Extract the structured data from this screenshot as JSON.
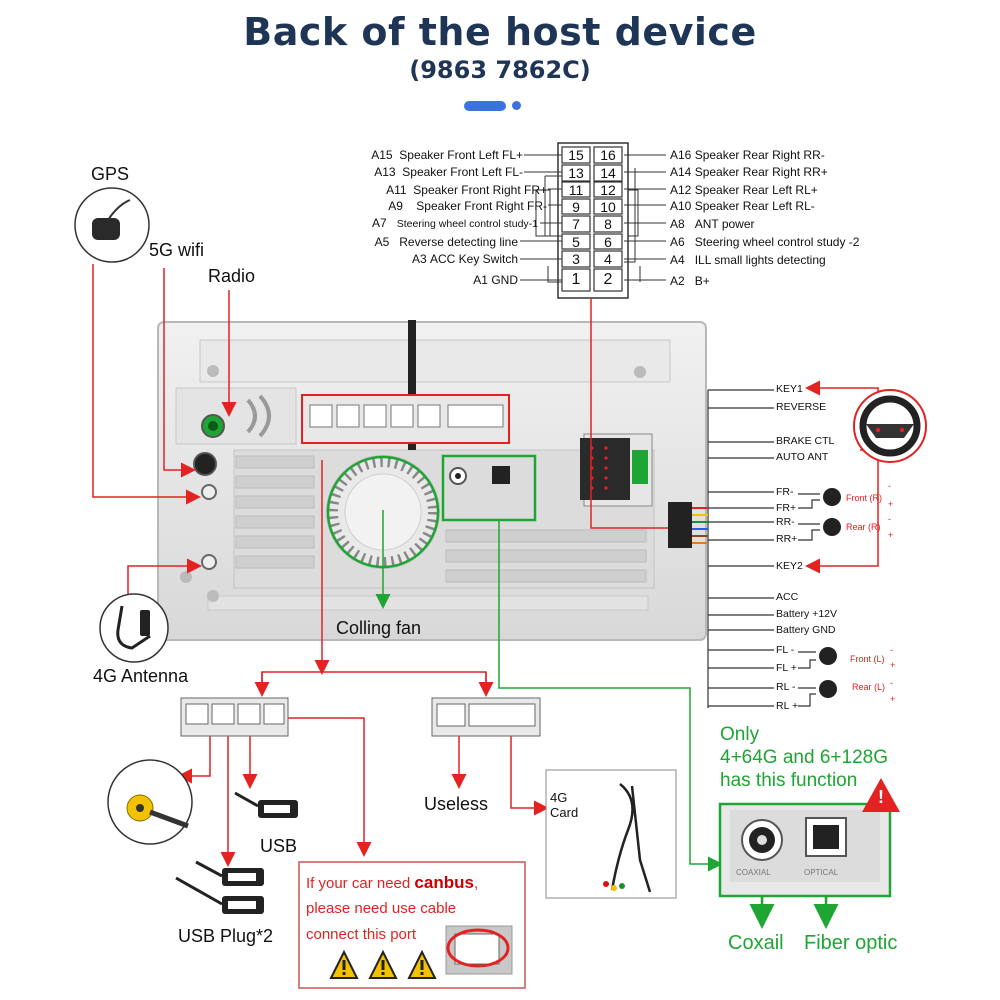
{
  "header": {
    "title": "Back of the host device",
    "subtitle": "(9863 7862C)"
  },
  "pinout": {
    "left": [
      {
        "pin": "A15",
        "label": "Speaker Front Left FL+"
      },
      {
        "pin": "A13",
        "label": "Speaker Front Left FL-"
      },
      {
        "pin": "A11",
        "label": "Speaker Front Right FR+"
      },
      {
        "pin": "A9",
        "label": "Speaker Front Right FR-"
      },
      {
        "pin": "A7",
        "label": "Steering wheel control study-1"
      },
      {
        "pin": "A5",
        "label": "Reverse detecting line"
      },
      {
        "pin": "A3",
        "label": "ACC Key Switch"
      },
      {
        "pin": "A1",
        "label": "GND"
      }
    ],
    "right": [
      {
        "pin": "A16",
        "label": "Speaker Rear Right RR-"
      },
      {
        "pin": "A14",
        "label": "Speaker Rear Right RR+"
      },
      {
        "pin": "A12",
        "label": "Speaker Rear Left RL+"
      },
      {
        "pin": "A10",
        "label": "Speaker Rear Left RL-"
      },
      {
        "pin": "A8",
        "label": "ANT power"
      },
      {
        "pin": "A6",
        "label": "Steering wheel control study -2"
      },
      {
        "pin": "A4",
        "label": "ILL small lights detecting"
      },
      {
        "pin": "A2",
        "label": "B+"
      }
    ],
    "numbers_left": [
      "15",
      "13",
      "11",
      "9",
      "7",
      "5",
      "3",
      "1"
    ],
    "numbers_right": [
      "16",
      "14",
      "12",
      "10",
      "8",
      "6",
      "4",
      "2"
    ]
  },
  "wires": [
    "KEY1",
    "REVERSE",
    "BRAKE CTL",
    "AUTO ANT",
    "FR-",
    "FR+",
    "RR-",
    "RR+",
    "KEY2",
    "ACC",
    "Battery +12V",
    "Battery GND",
    "FL -",
    "FL +",
    "RL -",
    "RL +"
  ],
  "speakers": {
    "front_r": "Front (R)",
    "rear_r": "Rear (R)",
    "front_l": "Front (L)",
    "rear_l": "Rear (L)",
    "minus": "-",
    "plus": "+"
  },
  "labels": {
    "gps": "GPS",
    "wifi": "5G wifi",
    "radio": "Radio",
    "antenna_4g": "4G Antenna",
    "fan": "Colling fan",
    "useless": "Useless",
    "card_line1": "4G",
    "card_line2": "Card",
    "usb": "USB",
    "usb_plug": "USB Plug*2",
    "only_line1": "Only",
    "only_line2": "4+64G and 6+128G",
    "only_line3": "has this function",
    "coaxial": "Coxail",
    "fiber": "Fiber optic",
    "coaxial_port": "COAXIAL",
    "optical_port": "OPTICAL",
    "warn_glyph": "!"
  },
  "canbus": {
    "prefix": "If your car need ",
    "keyword": "canbus",
    "suffix": ",",
    "line2": "please need use cable",
    "line3": "connect this port"
  },
  "colors": {
    "title": "#1f3556",
    "red": "#e32222",
    "green": "#1ea533",
    "accent_blue": "#3a72e0"
  }
}
